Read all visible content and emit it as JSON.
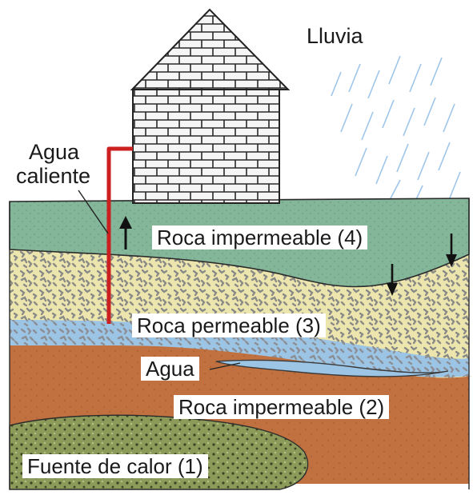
{
  "diagram": {
    "labels": {
      "rain": "Lluvia",
      "hot_water_1": "Agua",
      "hot_water_2": "caliente",
      "layer_4": "Roca impermeable (4)",
      "layer_3": "Roca permeable (3)",
      "water": "Agua",
      "layer_2": "Roca impermeable (2)",
      "heat_source": "Fuente de calor (1)"
    },
    "colors": {
      "layer_4_green": "#84b69a",
      "layer_3_speckle_light": "#ece6ae",
      "layer_3_speckle_dark": "#8a8a86",
      "water_blue": "#9cc4e4",
      "layer_2_brown": "#c1713f",
      "heat_source_olive": "#7f8f4e",
      "pipe_red": "#cc1f1f",
      "rain_blue": "#9ec6ea"
    }
  }
}
